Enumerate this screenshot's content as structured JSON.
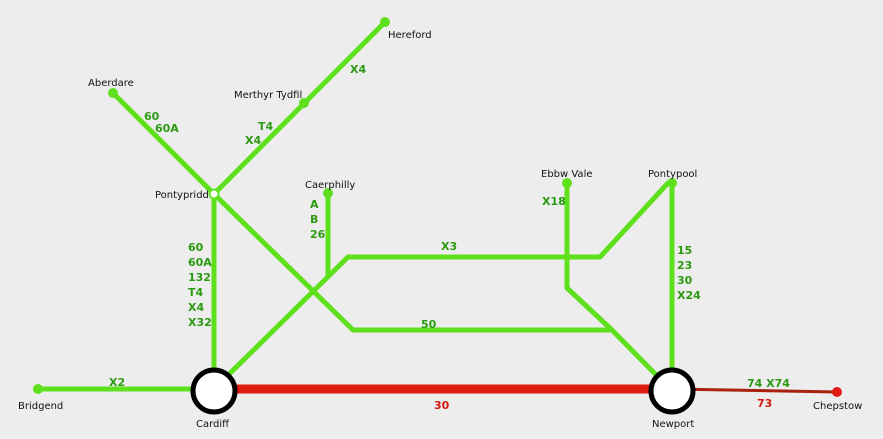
{
  "colors": {
    "background": "#ededed",
    "green_line": "#5ee01c",
    "green_text": "#2b9a12",
    "red_line": "#e01b12",
    "red_text": "#d3160c",
    "dark_red_line": "#a8220f",
    "hub_ring": "#000000",
    "hub_fill": "#ffffff"
  },
  "places": {
    "hereford": "Hereford",
    "aberdare": "Aberdare",
    "merthyr": "Merthyr Tydfil",
    "pontypridd": "Pontypridd",
    "caerphilly": "Caerphilly",
    "ebbw_vale": "Ebbw Vale",
    "pontypool": "Pontypool",
    "bridgend": "Bridgend",
    "cardiff": "Cardiff",
    "newport": "Newport",
    "chepstow": "Chepstow"
  },
  "routes": {
    "hereford_x4": "X4",
    "aberdare_60": "60",
    "aberdare_60a": "60A",
    "merthyr_t4": "T4",
    "merthyr_x4": "X4",
    "caerphilly": [
      "A",
      "B",
      "26"
    ],
    "x3": "X3",
    "ebbw_x18": "X18",
    "pontypool": [
      "15",
      "23",
      "30",
      "X24"
    ],
    "pontypridd_cardiff": [
      "60",
      "60A",
      "132",
      "T4",
      "X4",
      "X32"
    ],
    "route_50": "50",
    "bridgend_x2": "X2",
    "cardiff_newport_30": "30",
    "chepstow_green": "74 X74",
    "chepstow_red": "73"
  }
}
